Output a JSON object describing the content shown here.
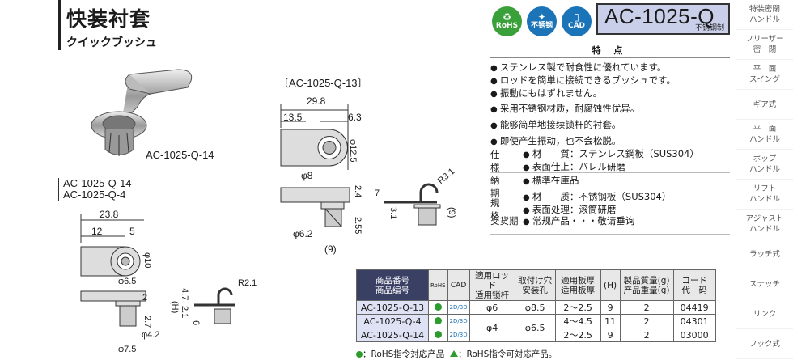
{
  "title": {
    "main": "快装衬套",
    "sub": "クイックブッシュ"
  },
  "badges": [
    {
      "label": "RoHS",
      "icon": "♻"
    },
    {
      "label": "不锈钢",
      "icon": "✦"
    },
    {
      "label": "CAD",
      "icon": "▯"
    }
  ],
  "model": {
    "code": "AC-1025-Q",
    "material": "不锈钢制"
  },
  "features": {
    "title": "特 点",
    "ja": [
      "ステンレス製で耐食性に優れています。",
      "ロッドを簡単に接続できるブッシュです。",
      "振動にもはずれません。"
    ],
    "zh": [
      "采用不锈钢材质，耐腐蚀性优异。",
      "能够简单地接续锁杆的衬套。",
      "即使产生振动，也不会松脱。"
    ]
  },
  "specs": {
    "shiyo_key": "仕　様",
    "shiyo": [
      "材　　質：ステンレス鋼板（SUS304）",
      "表面仕上：バレル研磨"
    ],
    "noki_key": "納　期",
    "noki": [
      "標準在庫品"
    ],
    "guige_key": "規　格",
    "guige": [
      "材　　质：不锈钢板（SUS304）",
      "表面处理：滚筒研磨"
    ],
    "jiaohuo_key": "交货期",
    "jiaohuo": [
      "常规产品・・・敬请垂询"
    ]
  },
  "drawings": {
    "q14_label": "AC-1025-Q-14",
    "q13_label": "〔AC-1025-Q-13〕",
    "q14_q4_label_1": "AC-1025-Q-14",
    "q14_q4_label_2": "AC-1025-Q-4",
    "dims_q13": [
      "29.8",
      "13.5",
      "6.3",
      "φ12.5",
      "φ8",
      "2.4",
      "2.55",
      "φ6.2",
      "(9)",
      "7",
      "3.1",
      "R3.1",
      "(9)"
    ],
    "dims_q14": [
      "23.8",
      "12",
      "5",
      "φ10",
      "φ6.5",
      "2",
      "2.7",
      "φ4.2",
      "φ7.5",
      "(H)",
      "4.7",
      "2.1",
      "R2.1",
      "6"
    ]
  },
  "table": {
    "headers": [
      "商品番号\n商品编号",
      "RoHS",
      "CAD",
      "適用ロッド\n适用锁杆",
      "取付け穴\n安装孔",
      "適用板厚\n适用板厚",
      "(H)",
      "製品質量(g)\n产品重量(g)",
      "コード\n代　码"
    ],
    "rows": [
      {
        "code": "AC-1025-Q-13",
        "cad": "2D/3D",
        "rod": "φ6",
        "hole": "φ8.5",
        "plate": "2～2.5",
        "h": "9",
        "mass": "2",
        "num": "04419"
      },
      {
        "code": "AC-1025-Q-4",
        "cad": "2D/3D",
        "rod": "φ4",
        "hole": "φ6.5",
        "plate": "4～4.5",
        "h": "11",
        "mass": "2",
        "num": "04301"
      },
      {
        "code": "AC-1025-Q-14",
        "cad": "2D/3D",
        "rod": "",
        "hole": "",
        "plate": "2～2.5",
        "h": "9",
        "mass": "2",
        "num": "03000"
      }
    ],
    "note_dot": "：RoHS指令対応产品",
    "note_tri": "：RoHS指令可対応产品。"
  },
  "nav": [
    "特装密閉\nハンドル",
    "フリーザー\n密　閉",
    "平　面\nスイング",
    "ギア式",
    "平　面\nハンドル",
    "ボップ\nハンドル",
    "リフト\nハンドル",
    "アジャスト\nハンドル",
    "ラッチ式",
    "スナッチ",
    "リンク",
    "フック式"
  ]
}
